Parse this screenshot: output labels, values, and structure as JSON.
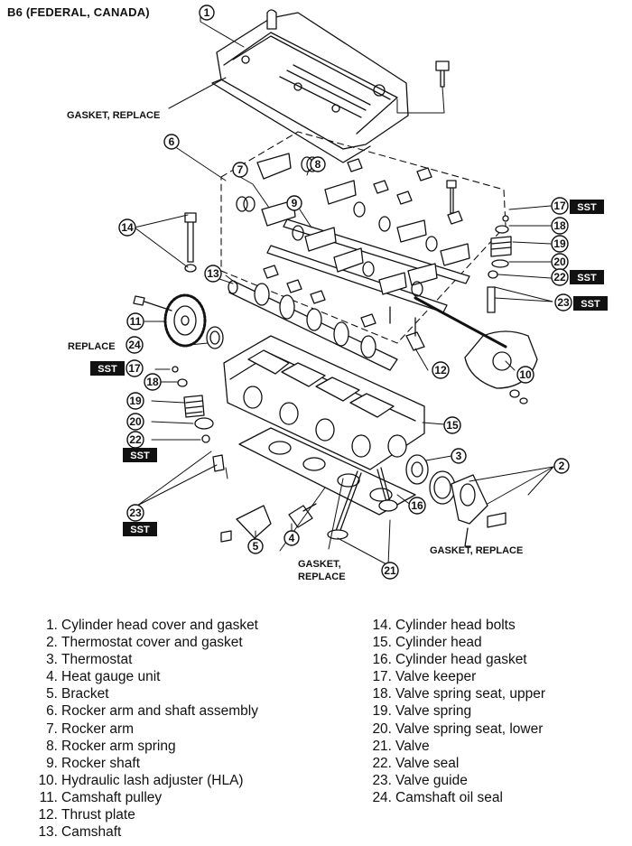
{
  "header": "B6 (FEDERAL, CANADA)",
  "labels": {
    "gasket_top": "GASKET, REPLACE",
    "replace": "REPLACE",
    "gasket_bottom_1": "GASKET,",
    "gasket_bottom_2": "REPLACE",
    "gasket_right": "GASKET, REPLACE",
    "sst": "SST"
  },
  "callouts": [
    "1",
    "2",
    "3",
    "4",
    "5",
    "6",
    "7",
    "8",
    "9",
    "10",
    "11",
    "12",
    "13",
    "14",
    "15",
    "16",
    "17",
    "18",
    "19",
    "20",
    "21",
    "22",
    "23",
    "24"
  ],
  "legend_left": [
    {
      "num": "1.",
      "text": "Cylinder head cover and gasket"
    },
    {
      "num": "2.",
      "text": "Thermostat cover and gasket"
    },
    {
      "num": "3.",
      "text": "Thermostat"
    },
    {
      "num": "4.",
      "text": "Heat gauge unit"
    },
    {
      "num": "5.",
      "text": "Bracket"
    },
    {
      "num": "6.",
      "text": "Rocker arm and shaft assembly"
    },
    {
      "num": "7.",
      "text": "Rocker arm"
    },
    {
      "num": "8.",
      "text": "Rocker arm spring"
    },
    {
      "num": "9.",
      "text": "Rocker shaft"
    },
    {
      "num": "10.",
      "text": "Hydraulic lash adjuster (HLA)"
    },
    {
      "num": "11.",
      "text": "Camshaft pulley"
    },
    {
      "num": "12.",
      "text": "Thrust plate"
    },
    {
      "num": "13.",
      "text": "Camshaft"
    }
  ],
  "legend_right": [
    {
      "num": "14.",
      "text": "Cylinder head bolts"
    },
    {
      "num": "15.",
      "text": "Cylinder head"
    },
    {
      "num": "16.",
      "text": "Cylinder head gasket"
    },
    {
      "num": "17.",
      "text": "Valve keeper"
    },
    {
      "num": "18.",
      "text": "Valve spring seat, upper"
    },
    {
      "num": "19.",
      "text": "Valve spring"
    },
    {
      "num": "20.",
      "text": "Valve spring seat, lower"
    },
    {
      "num": "21.",
      "text": "Valve"
    },
    {
      "num": "22.",
      "text": "Valve seal"
    },
    {
      "num": "23.",
      "text": "Valve guide"
    },
    {
      "num": "24.",
      "text": "Camshaft oil seal"
    }
  ]
}
